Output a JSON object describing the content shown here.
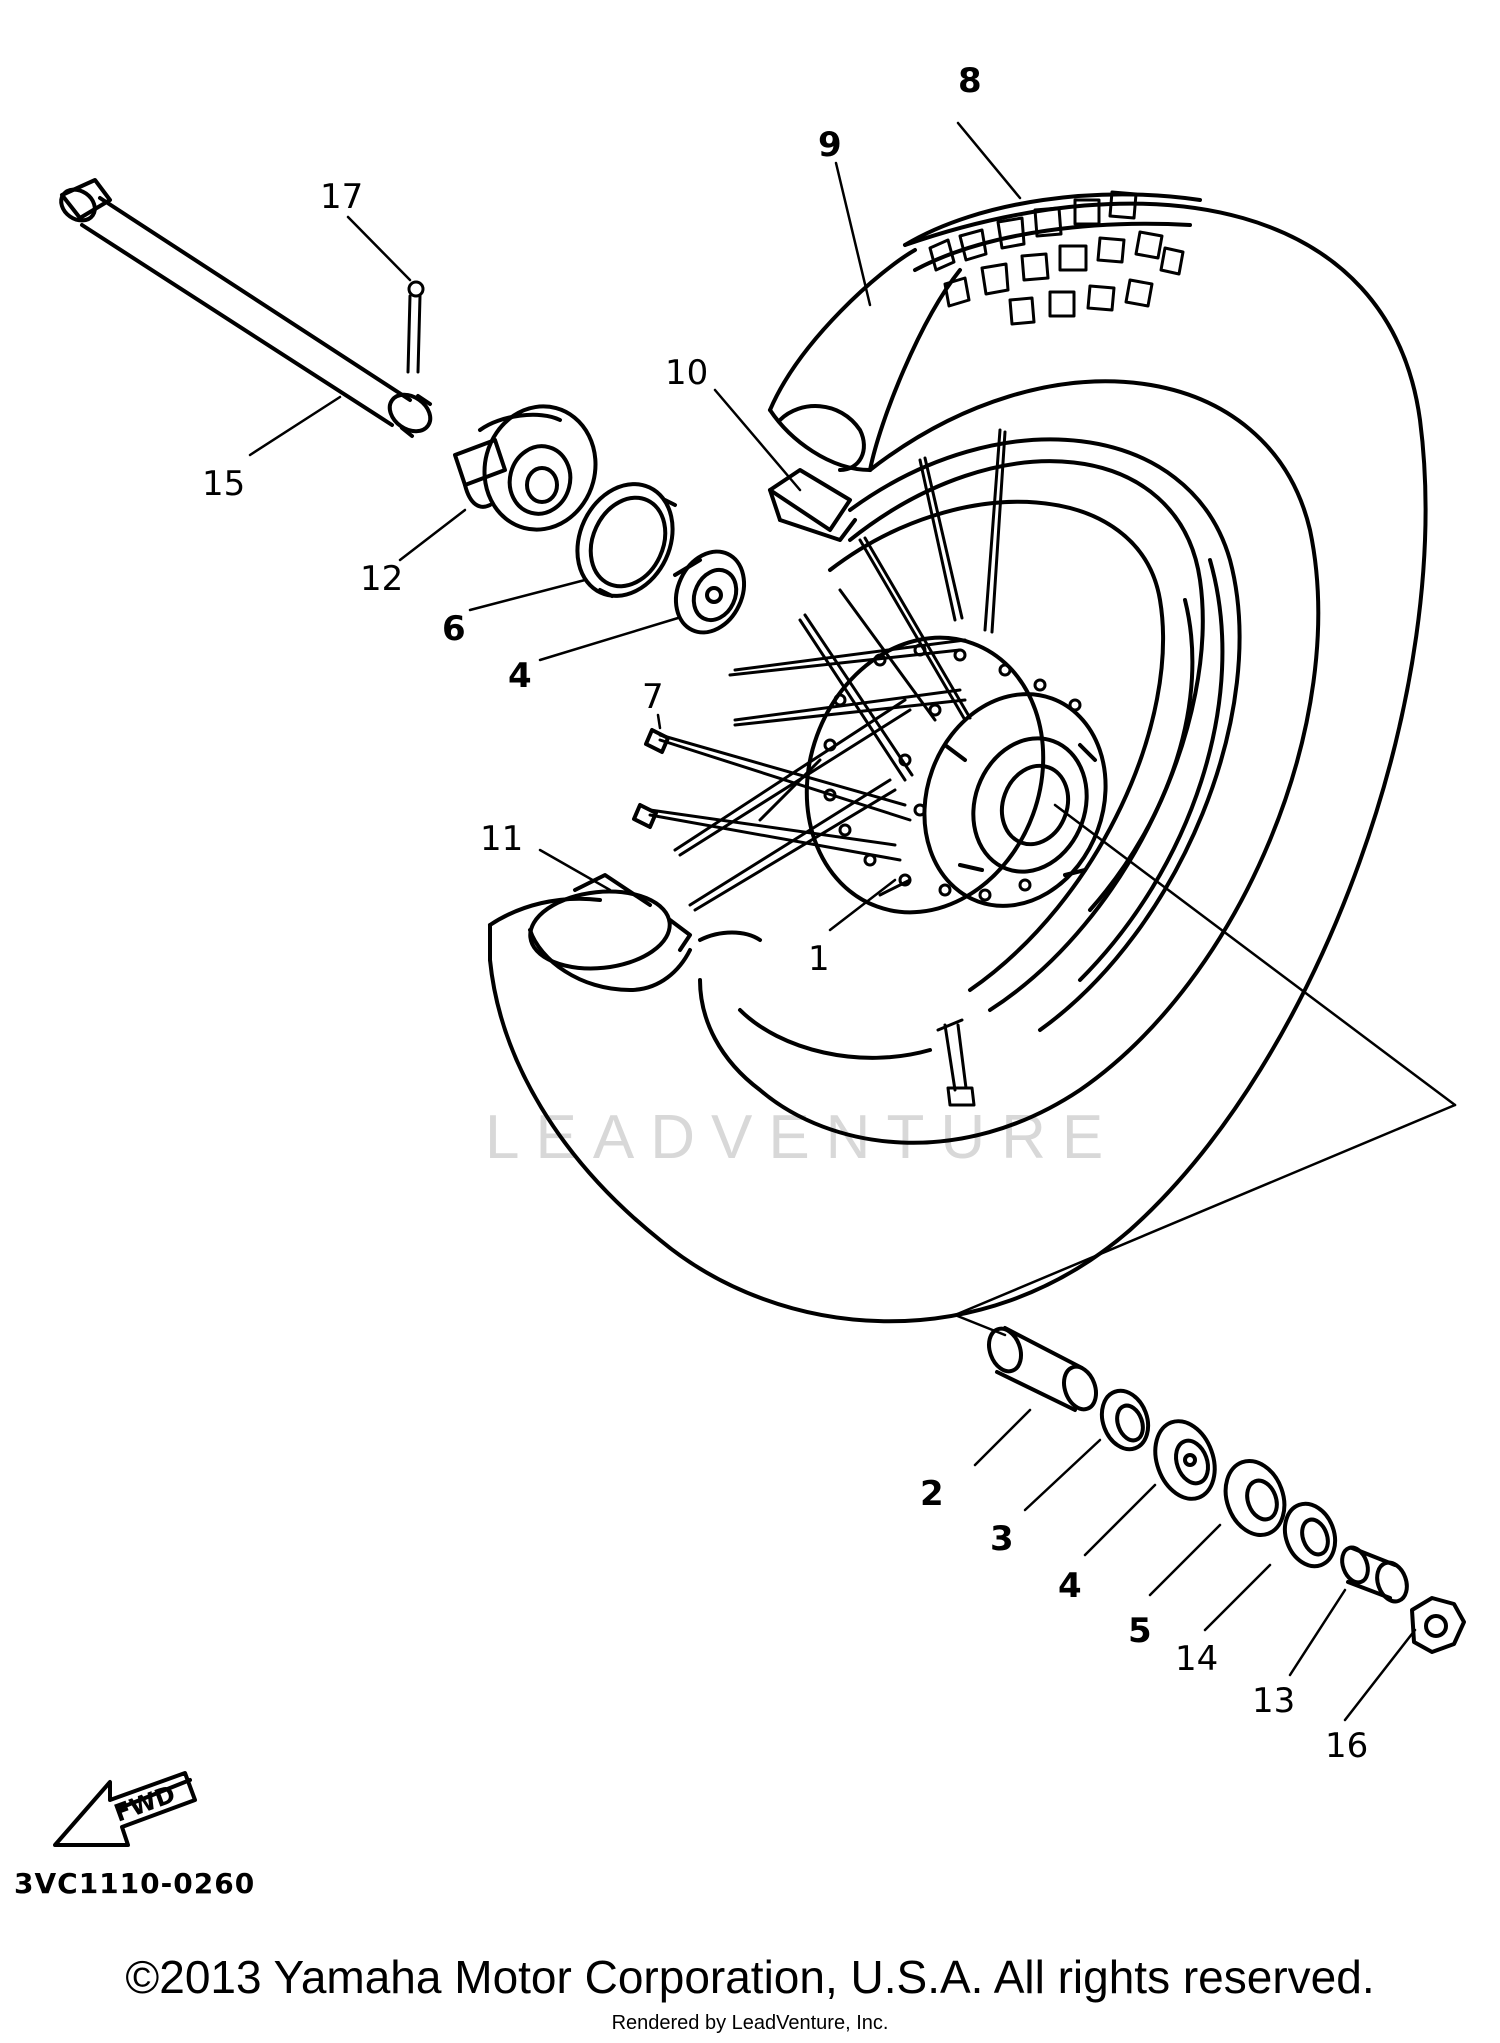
{
  "diagram": {
    "callouts": [
      {
        "id": "1",
        "label": "1"
      },
      {
        "id": "2",
        "label": "2"
      },
      {
        "id": "3",
        "label": "3"
      },
      {
        "id": "4a",
        "label": "4"
      },
      {
        "id": "4b",
        "label": "4"
      },
      {
        "id": "5",
        "label": "5"
      },
      {
        "id": "6",
        "label": "6"
      },
      {
        "id": "7",
        "label": "7"
      },
      {
        "id": "8",
        "label": "8"
      },
      {
        "id": "9",
        "label": "9"
      },
      {
        "id": "10",
        "label": "10"
      },
      {
        "id": "11",
        "label": "11"
      },
      {
        "id": "12",
        "label": "12"
      },
      {
        "id": "13",
        "label": "13"
      },
      {
        "id": "14",
        "label": "14"
      },
      {
        "id": "15",
        "label": "15"
      },
      {
        "id": "16",
        "label": "16"
      },
      {
        "id": "17",
        "label": "17"
      }
    ],
    "fwd_label": "FWD",
    "figure_code": "3VC1110-0260",
    "watermark": "LEADVENTURE",
    "copyright": "©2013 Yamaha Motor Corporation, U.S.A. All rights reserved.",
    "rendered_by": "Rendered by LeadVenture, Inc.",
    "colors": {
      "ink": "#000000",
      "paper": "#ffffff",
      "watermark": "#d8d8d8"
    }
  }
}
